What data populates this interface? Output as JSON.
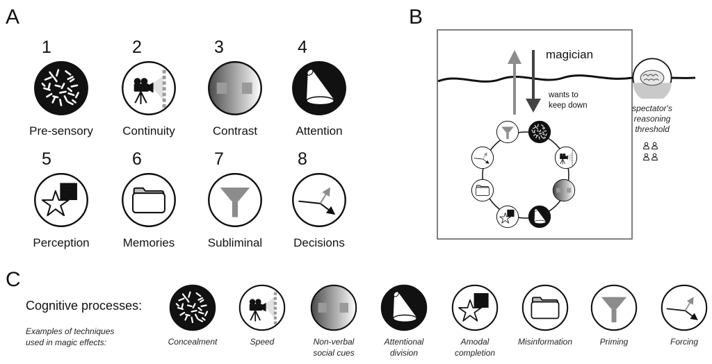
{
  "panel_a": {
    "letter": "A",
    "items": [
      {
        "number": "1",
        "label": "Pre-sensory",
        "icon": "concealment-icon"
      },
      {
        "number": "2",
        "label": "Continuity",
        "icon": "camera-icon"
      },
      {
        "number": "3",
        "label": "Contrast",
        "icon": "gradient-icon"
      },
      {
        "number": "4",
        "label": "Attention",
        "icon": "spotlight-icon"
      },
      {
        "number": "5",
        "label": "Perception",
        "icon": "star-square-icon"
      },
      {
        "number": "6",
        "label": "Memories",
        "icon": "folder-icon"
      },
      {
        "number": "7",
        "label": "Subliminal",
        "icon": "funnel-icon"
      },
      {
        "number": "8",
        "label": "Decisions",
        "icon": "fork-arrow-icon"
      }
    ]
  },
  "panel_b": {
    "letter": "B",
    "magician": "magician",
    "keep_down_1": "wants to",
    "keep_down_2": "keep down",
    "threshold_1": "spectator's",
    "threshold_2": "reasoning",
    "threshold_3": "threshold",
    "icons": [
      "brain-icon",
      "people-icon"
    ]
  },
  "panel_c": {
    "letter": "C",
    "heading": "Cognitive processes:",
    "sub_1": "Examples of techniques",
    "sub_2": "used in magic effects:",
    "techniques": [
      {
        "l1": "Concealment",
        "l2": ""
      },
      {
        "l1": "Speed",
        "l2": ""
      },
      {
        "l1": "Non-verbal",
        "l2": "social cues"
      },
      {
        "l1": "Attentional",
        "l2": "division"
      },
      {
        "l1": "Amodal",
        "l2": "completion"
      },
      {
        "l1": "Misinformation",
        "l2": ""
      },
      {
        "l1": "Priming",
        "l2": ""
      },
      {
        "l1": "Forcing",
        "l2": ""
      }
    ]
  },
  "colors": {
    "black": "#111111",
    "gray": "#8c8c8c",
    "light_gray": "#bdbdbd",
    "white": "#ffffff"
  }
}
